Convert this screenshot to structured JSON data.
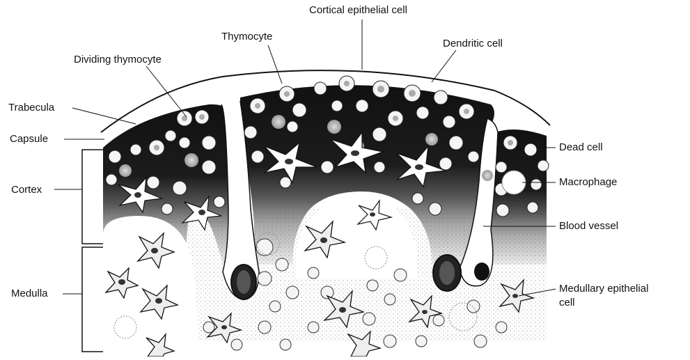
{
  "labels": {
    "cortical_epithelial_cell": "Cortical epithelial cell",
    "thymocyte": "Thymocyte",
    "dendritic_cell": "Dendritic cell",
    "dividing_thymocyte": "Dividing thymocyte",
    "trabecula": "Trabecula",
    "capsule": "Capsule",
    "cortex": "Cortex",
    "medulla": "Medulla",
    "dead_cell": "Dead cell",
    "macrophage": "Macrophage",
    "blood_vessel": "Blood vessel",
    "medullary_epithelial_cell_line1": "Medullary epithelial",
    "medullary_epithelial_cell_line2": "cell"
  },
  "colors": {
    "ink": "#111111",
    "cortex_fill": "#1a1a1a",
    "medulla_fill": "#ffffff",
    "background": "#ffffff"
  }
}
